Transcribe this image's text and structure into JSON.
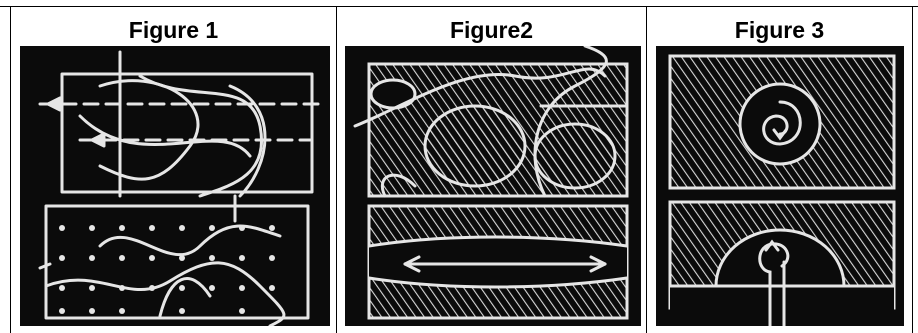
{
  "figures": [
    {
      "title": "Figure 1"
    },
    {
      "title": "Figure2"
    },
    {
      "title": "Figure 3"
    }
  ],
  "colors": {
    "background": "#0b0b0b",
    "chalk": "#e6e6e6",
    "frame_line": "#000000"
  }
}
